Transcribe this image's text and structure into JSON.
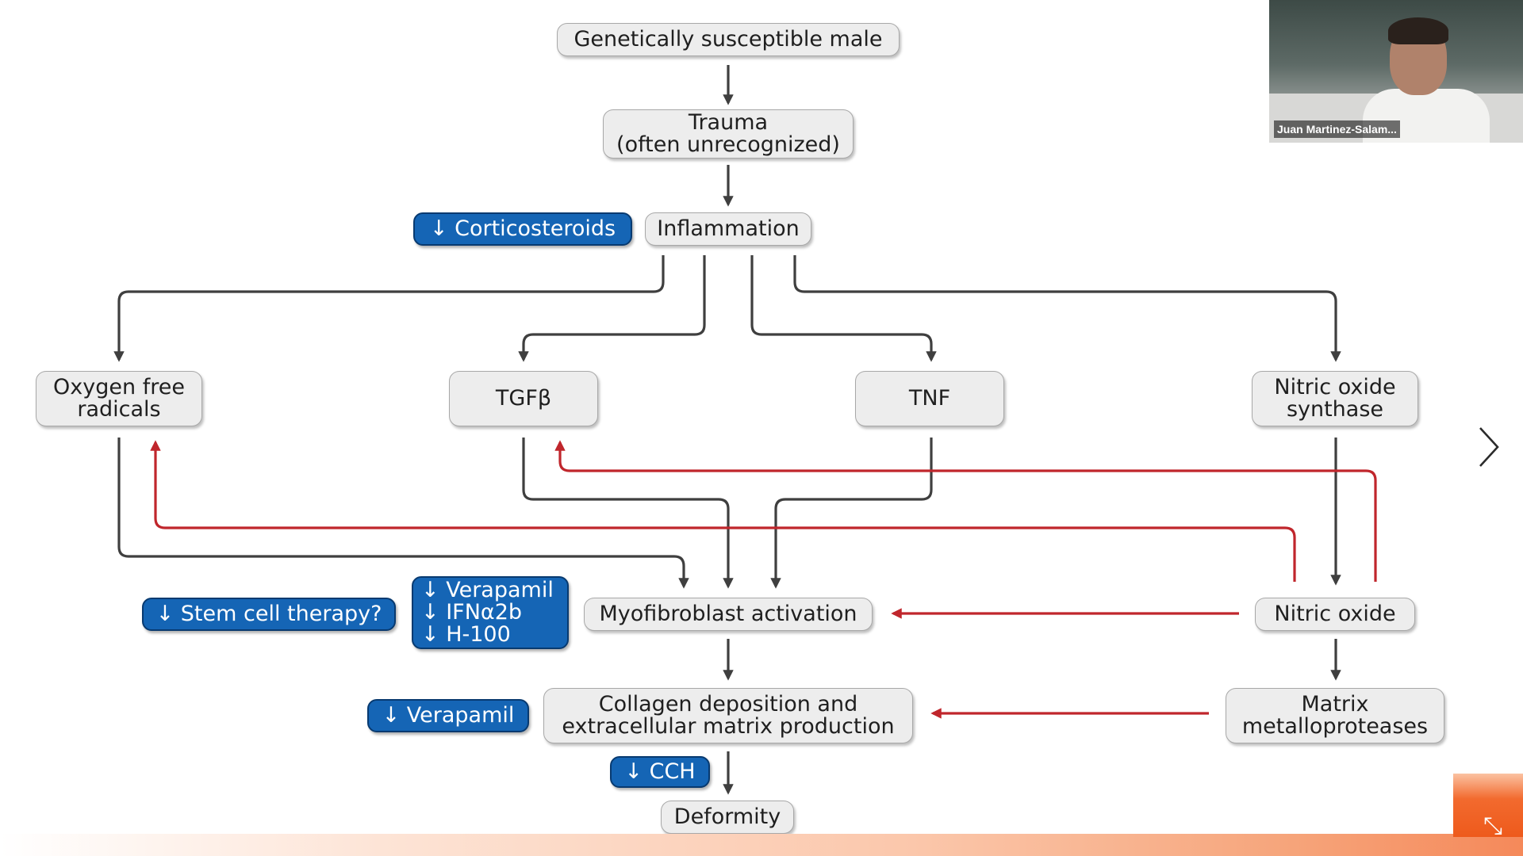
{
  "diagram": {
    "nodes": {
      "genetically_susceptible_male": "Genetically susceptible male",
      "trauma": "Trauma\n(often unrecognized)",
      "inflammation": "Inflammation",
      "oxygen_free_radicals": "Oxygen free\nradicals",
      "tgf_beta": "TGFβ",
      "tnf": "TNF",
      "nitric_oxide_synthase": "Nitric oxide\nsynthase",
      "myofibroblast_activation": "Myofibroblast activation",
      "nitric_oxide": "Nitric oxide",
      "collagen_deposition": "Collagen deposition and\nextracellular matrix production",
      "matrix_metalloproteases": "Matrix\nmetalloproteases",
      "deformity": "Deformity"
    },
    "treatments": {
      "corticosteroids": "↓ Corticosteroids",
      "stem_cell_therapy": "↓ Stem cell therapy?",
      "verapamil_ifn_h100": "↓ Verapamil\n↓ IFNα2b\n↓ H-100",
      "verapamil": "↓ Verapamil",
      "cch": "↓ CCH"
    },
    "colors": {
      "pathway_arrow": "#3f3f3f",
      "feedback_arrow": "#c0262c",
      "treatment_fill": "#1565b5",
      "node_fill": "#ededed"
    }
  },
  "video_tile": {
    "participant_name": "Juan Martinez-Salam..."
  },
  "navigation": {
    "next_icon": "chevron-right",
    "exit_fullscreen_icon": "minimize-arrows"
  }
}
